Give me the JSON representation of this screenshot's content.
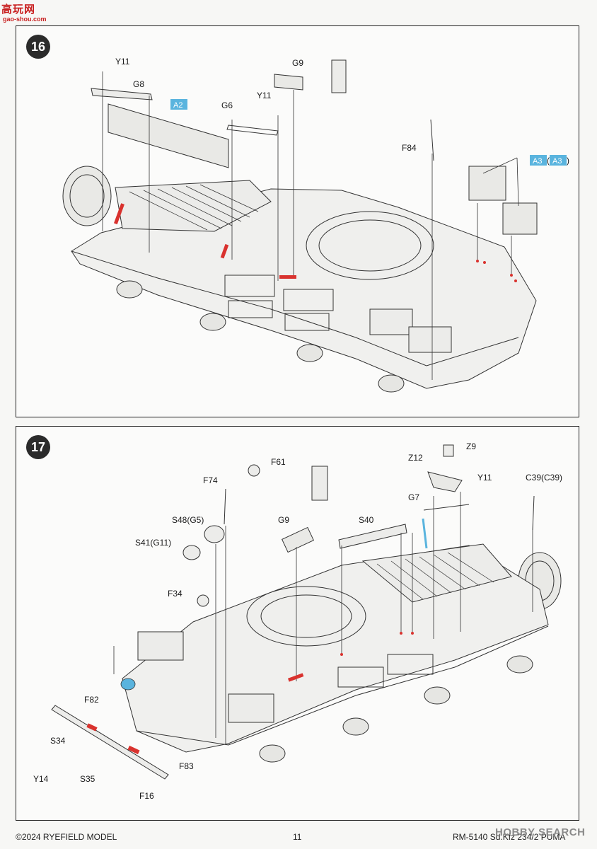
{
  "watermark": {
    "logo": "高玩网",
    "url": "gao-shou.com"
  },
  "step16": {
    "number": "16",
    "labels": [
      "Y11",
      "G8",
      "A2",
      "G9",
      "G6",
      "Y11",
      "F84",
      "A3",
      "(",
      "A3",
      ")"
    ]
  },
  "step17": {
    "number": "17",
    "labels": [
      "F61",
      "F74",
      "Z9",
      "Z12",
      "Y11",
      "C39(C39)",
      "G7",
      "S48(G5)",
      "G9",
      "S40",
      "S41(G11)",
      "F34",
      "F82",
      "S34",
      "Y14",
      "S35",
      "F83",
      "F16"
    ]
  },
  "footer": {
    "copyright": "©2024 RYEFIELD MODEL",
    "page": "11",
    "product": "RM-5140 Sd.Kfz 234/2 PUMA",
    "watermark": "HOBBY SEARCH"
  },
  "colors": {
    "accent_red": "#d9322e",
    "callout_blue": "#5ab4de",
    "line": "#333333"
  }
}
